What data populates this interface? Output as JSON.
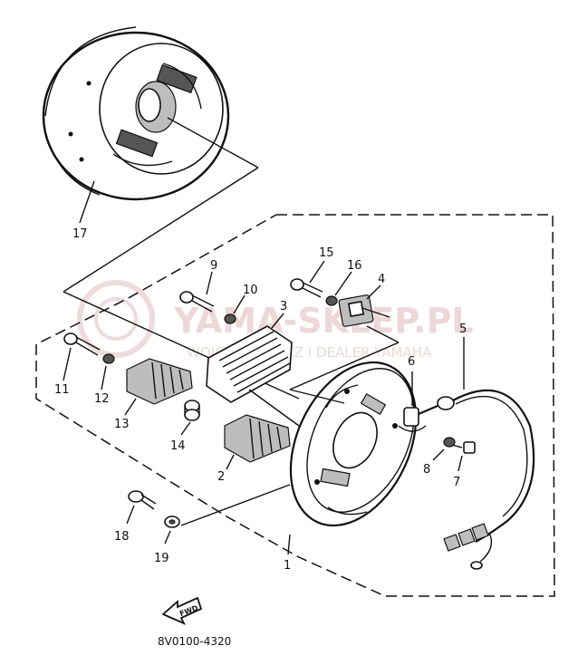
{
  "diagram": {
    "drawing_code": "8V0100-4320",
    "fwd_label": "FWD",
    "watermark": {
      "main": "YAMA-SKLEP.PL",
      "sub": "WOJCIECHOWICZ I DEALER YAMAHA"
    },
    "callouts": [
      "1",
      "2",
      "3",
      "4",
      "5",
      "6",
      "7",
      "8",
      "9",
      "10",
      "11",
      "12",
      "13",
      "14",
      "15",
      "16",
      "17",
      "18",
      "19"
    ]
  }
}
